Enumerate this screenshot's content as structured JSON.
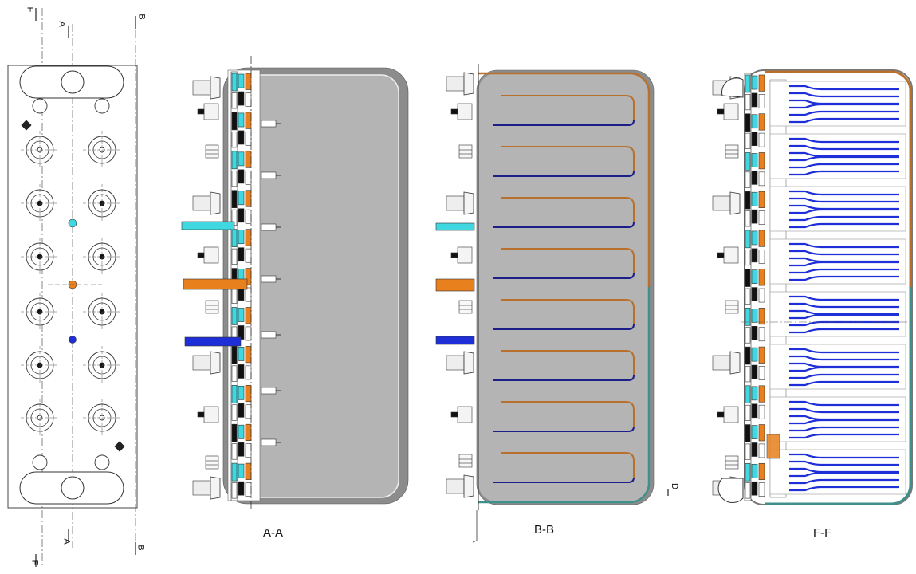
{
  "section_markers": {
    "f": "F",
    "a": "A",
    "b": "B",
    "d": "D"
  },
  "captions": {
    "aa": "A-A",
    "bb": "B-B",
    "ff": "F-F"
  },
  "colors": {
    "body_gray": "#b4b4b4",
    "frame_gray": "#8c8c8c",
    "cyan": "#40d8e0",
    "orange": "#e8801e",
    "blue": "#1f2fd8",
    "dark_blue": "#1c1f8a",
    "copper": "#b8702c",
    "teal": "#3f8f8a",
    "line": "#333333"
  }
}
